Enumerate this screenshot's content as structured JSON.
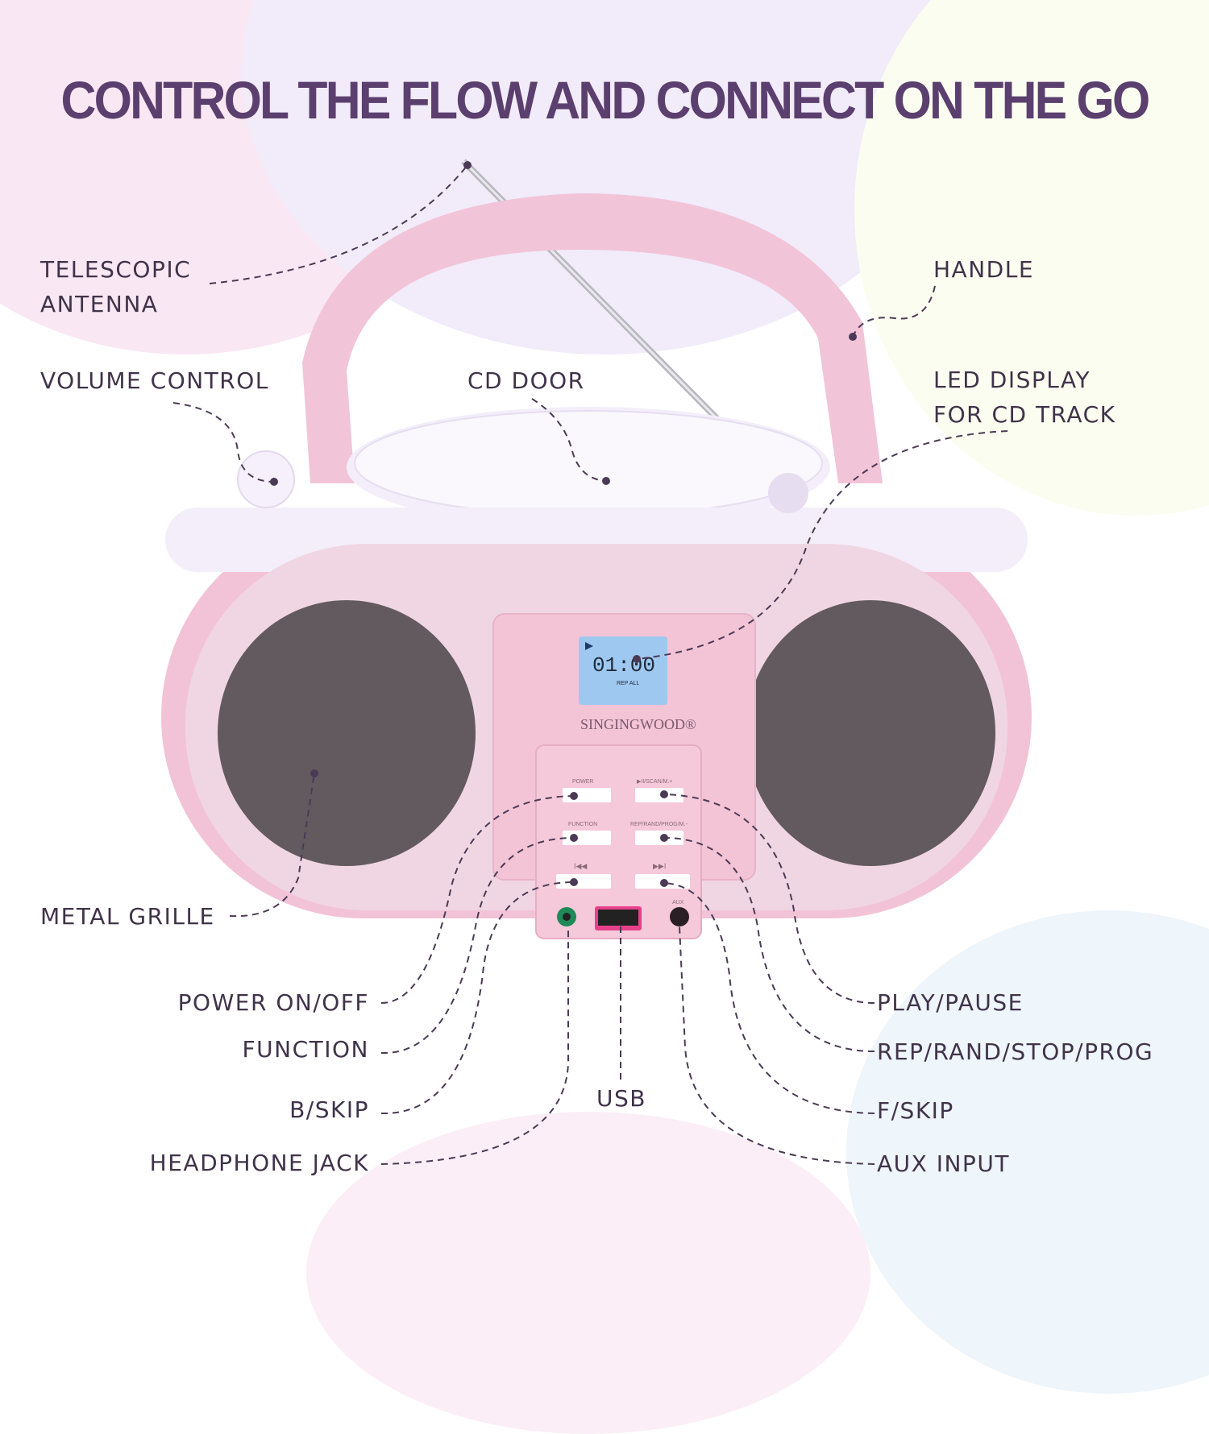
{
  "title": "CONTROL THE FLOW AND CONNECT ON THE GO",
  "labels": {
    "telescopic_antenna": [
      "TELESCOPIC",
      "ANTENNA"
    ],
    "volume_control": "VOLUME CONTROL",
    "cd_door": "CD DOOR",
    "handle": "HANDLE",
    "led_display": [
      "LED DISPLAY",
      "FOR CD TRACK"
    ],
    "metal_grille": "METAL GRILLE",
    "power": "POWER ON/OFF",
    "function": "FUNCTION",
    "b_skip": "B/SKIP",
    "headphone_jack": "HEADPHONE JACK",
    "usb": "USB",
    "play_pause": "PLAY/PAUSE",
    "rep_rand": "REP/RAND/STOP/PROG",
    "f_skip": "F/SKIP",
    "aux_input": "AUX INPUT"
  },
  "device": {
    "brand": "SingingWood",
    "display_time": "01:00",
    "display_sub": "REP ALL",
    "buttons": {
      "power": "POWER",
      "play": "▶II/SCAN/M.+",
      "function": "FUNCTION",
      "rep": "REP/RAND/PROG/M.-",
      "prev": "I◀◀",
      "next": "▶▶I",
      "aux": "AUX"
    }
  },
  "colors": {
    "title": "#5b3f6e",
    "label": "#40334a",
    "body_pink": "#f3c6d8",
    "body_white": "#f4eefa",
    "lcd": "#9ec8f0"
  }
}
